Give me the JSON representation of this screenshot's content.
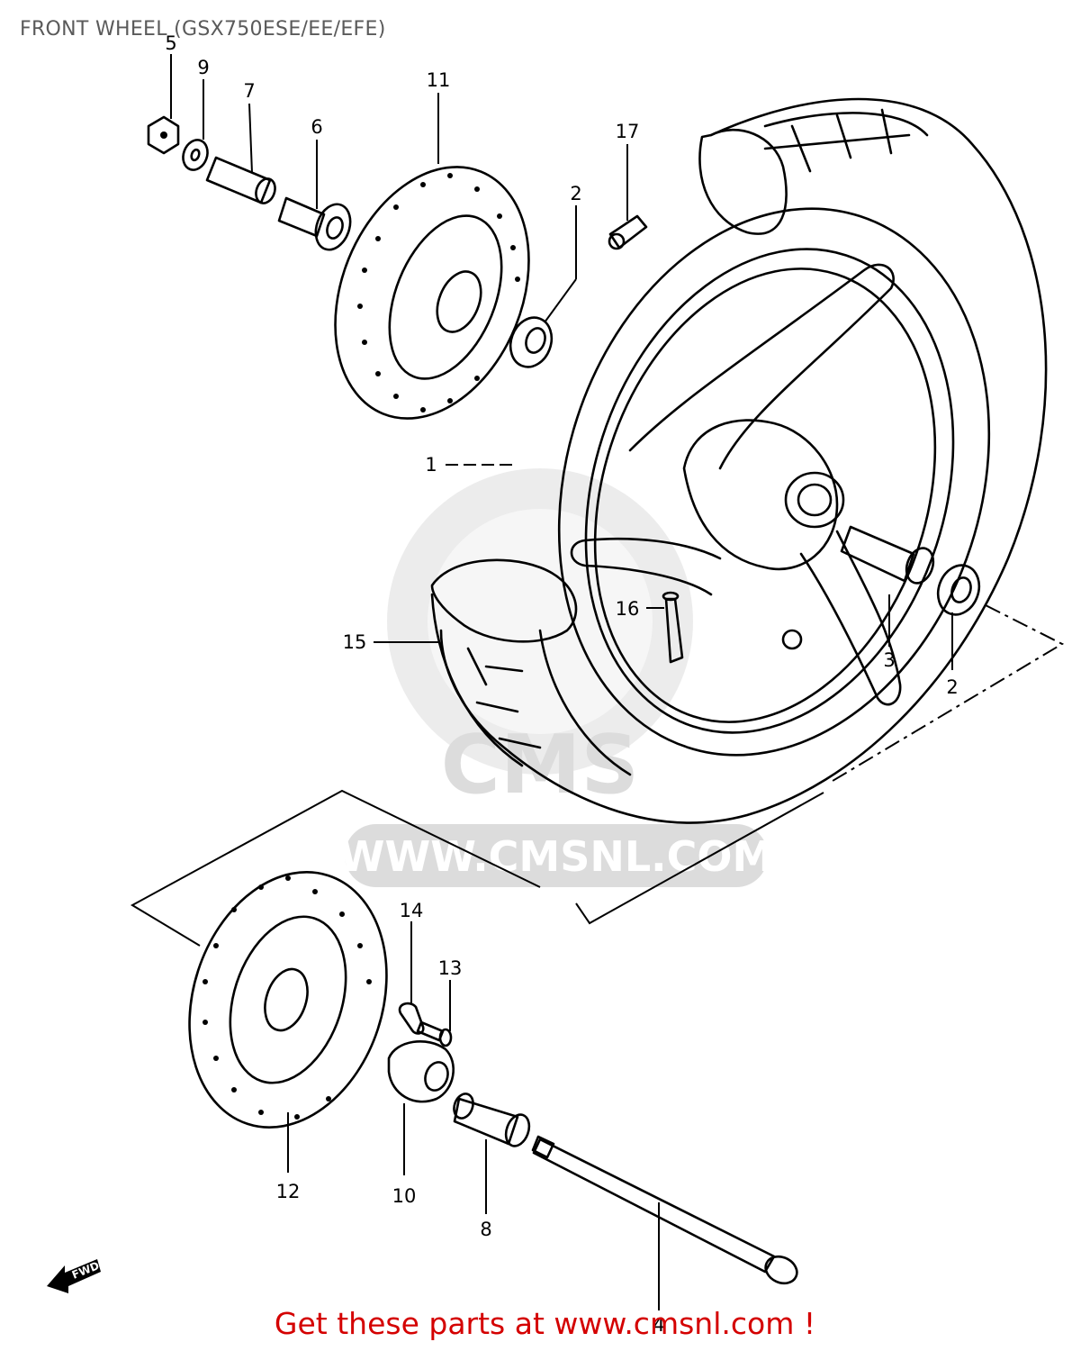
{
  "title": "FRONT WHEEL (GSX750ESE/EE/EFE)",
  "watermark": {
    "text": "WWW.CMSNL.COM",
    "logo_text": "CMS",
    "color": "#dcdcdc"
  },
  "footer": {
    "text": "Get these parts at www.cmsnl.com !",
    "color": "#d40000"
  },
  "fwd_text": "FWD",
  "callouts": [
    {
      "part": "nut",
      "number": "5"
    },
    {
      "part": "washer",
      "number": "9"
    },
    {
      "part": "spacer",
      "number": "7"
    },
    {
      "part": "collar",
      "number": "6"
    },
    {
      "part": "brake-disc-left",
      "number": "11"
    },
    {
      "part": "valve-cap",
      "number": "17"
    },
    {
      "part": "bearing-left",
      "number": "2"
    },
    {
      "part": "wheel",
      "number": "1"
    },
    {
      "part": "tire",
      "number": "15"
    },
    {
      "part": "valve",
      "number": "16"
    },
    {
      "part": "spacer-center",
      "number": "3"
    },
    {
      "part": "bearing-right",
      "number": "2"
    },
    {
      "part": "bolt-plate",
      "number": "14"
    },
    {
      "part": "bolt",
      "number": "13"
    },
    {
      "part": "brake-disc-right",
      "number": "12"
    },
    {
      "part": "gearbox",
      "number": "10"
    },
    {
      "part": "collar-axle",
      "number": "8"
    },
    {
      "part": "axle",
      "number": "4"
    }
  ]
}
